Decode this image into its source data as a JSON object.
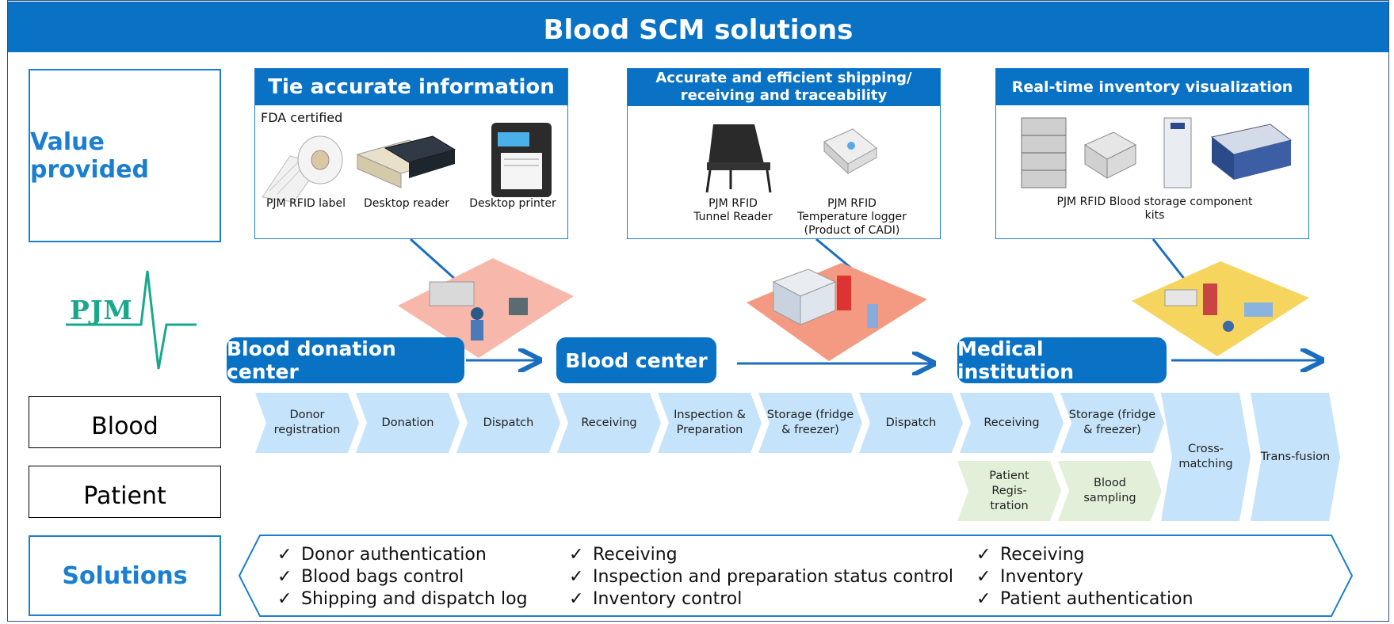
{
  "header": {
    "title": "Blood SCM solutions"
  },
  "rows": {
    "value_provided": "Value provided",
    "blood": "Blood",
    "patient": "Patient",
    "solutions": "Solutions"
  },
  "logo": {
    "text": "PJM"
  },
  "panels": {
    "info": {
      "title": "Tie accurate information",
      "note": "FDA certified",
      "items": [
        "PJM RFID label",
        "Desktop reader",
        "Desktop printer"
      ]
    },
    "shipping": {
      "title_line1": "Accurate and efficient shipping/",
      "title_line2": "receiving and traceability",
      "items": [
        {
          "line1": "PJM RFID",
          "line2": "Tunnel Reader",
          "line3": ""
        },
        {
          "line1": "PJM RFID",
          "line2": "Temperature logger",
          "line3": "(Product of CADI)"
        }
      ]
    },
    "inventory": {
      "title": "Real-time inventory visualization",
      "caption_line1": "PJM RFID Blood storage component",
      "caption_line2": "kits"
    }
  },
  "stages": [
    "Blood donation center",
    "Blood center",
    "Medical institution"
  ],
  "blood_steps": [
    {
      "line1": "Donor",
      "line2": "registration"
    },
    {
      "line1": "Donation",
      "line2": ""
    },
    {
      "line1": "Dispatch",
      "line2": ""
    },
    {
      "line1": "Receiving",
      "line2": ""
    },
    {
      "line1": "Inspection &",
      "line2": "Preparation"
    },
    {
      "line1": "Storage (fridge",
      "line2": "& freezer)"
    },
    {
      "line1": "Dispatch",
      "line2": ""
    },
    {
      "line1": "Receiving",
      "line2": ""
    },
    {
      "line1": "Storage (fridge",
      "line2": "& freezer)"
    }
  ],
  "patient_steps": [
    {
      "line1": "Patient",
      "line2": "Regis-",
      "line3": "tration"
    },
    {
      "line1": "Blood",
      "line2": "sampling",
      "line3": ""
    }
  ],
  "final_steps": [
    {
      "line1": "Cross-",
      "line2": "matching"
    },
    {
      "line1": "Trans-fusion",
      "line2": ""
    }
  ],
  "solutions": {
    "check_symbol": "✓",
    "col1": [
      "Donor authentication",
      "Blood bags control",
      "Shipping and dispatch log"
    ],
    "col2": [
      "Receiving",
      "Inspection and preparation status control",
      "Inventory control"
    ],
    "col3": [
      "Receiving",
      "Inventory",
      "Patient authentication"
    ]
  },
  "colors": {
    "brand_blue": "#0a72c4",
    "step_blue": "#c5e3fa",
    "step_green": "#e2f0d9",
    "logo_green": "#1aa88c"
  },
  "icons": [
    "fda-label-roll-icon",
    "desktop-reader-icon",
    "desktop-printer-icon",
    "tunnel-reader-icon",
    "temperature-logger-icon",
    "storage-kit-icon"
  ]
}
